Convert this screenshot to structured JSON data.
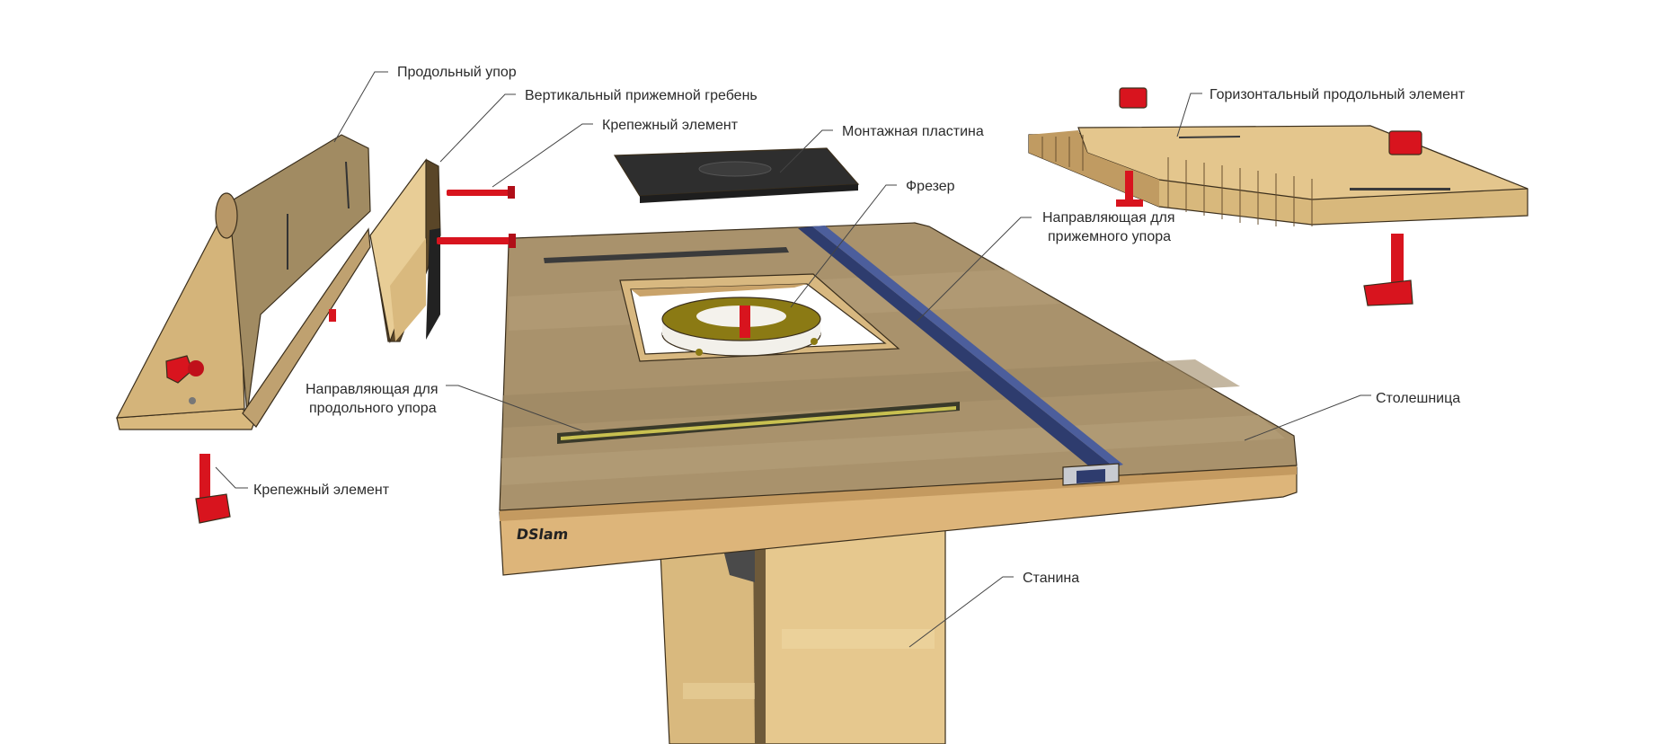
{
  "brand": "DSlam",
  "colors": {
    "wood_light": "#E5C88D",
    "wood_mid": "#C9A06A",
    "wood_dark": "#8E7B5A",
    "top_surface": "#A08B66",
    "rail_blue": "#3F4F88",
    "clamp_red": "#D8141E",
    "plate_black": "#2E2E2E",
    "router_base": "#8B7A14"
  },
  "labels": {
    "longitudinal_fence": "Продольный упор",
    "vertical_featherboard": "Вертикальный прижемной гребень",
    "fastener_top": "Крепежный элемент",
    "mounting_plate": "Монтажная пластина",
    "router": "Фрезер",
    "featherboard_guide_line1": "Направляющая для",
    "featherboard_guide_line2": "прижемного упора",
    "horizontal_featherboard": "Горизонтальный продольный элемент",
    "tabletop": "Столешница",
    "fence_guide_line1": "Направляющая для",
    "fence_guide_line2": "продольного упора",
    "fastener_bottom": "Крепежный элемент",
    "stand": "Станина"
  }
}
